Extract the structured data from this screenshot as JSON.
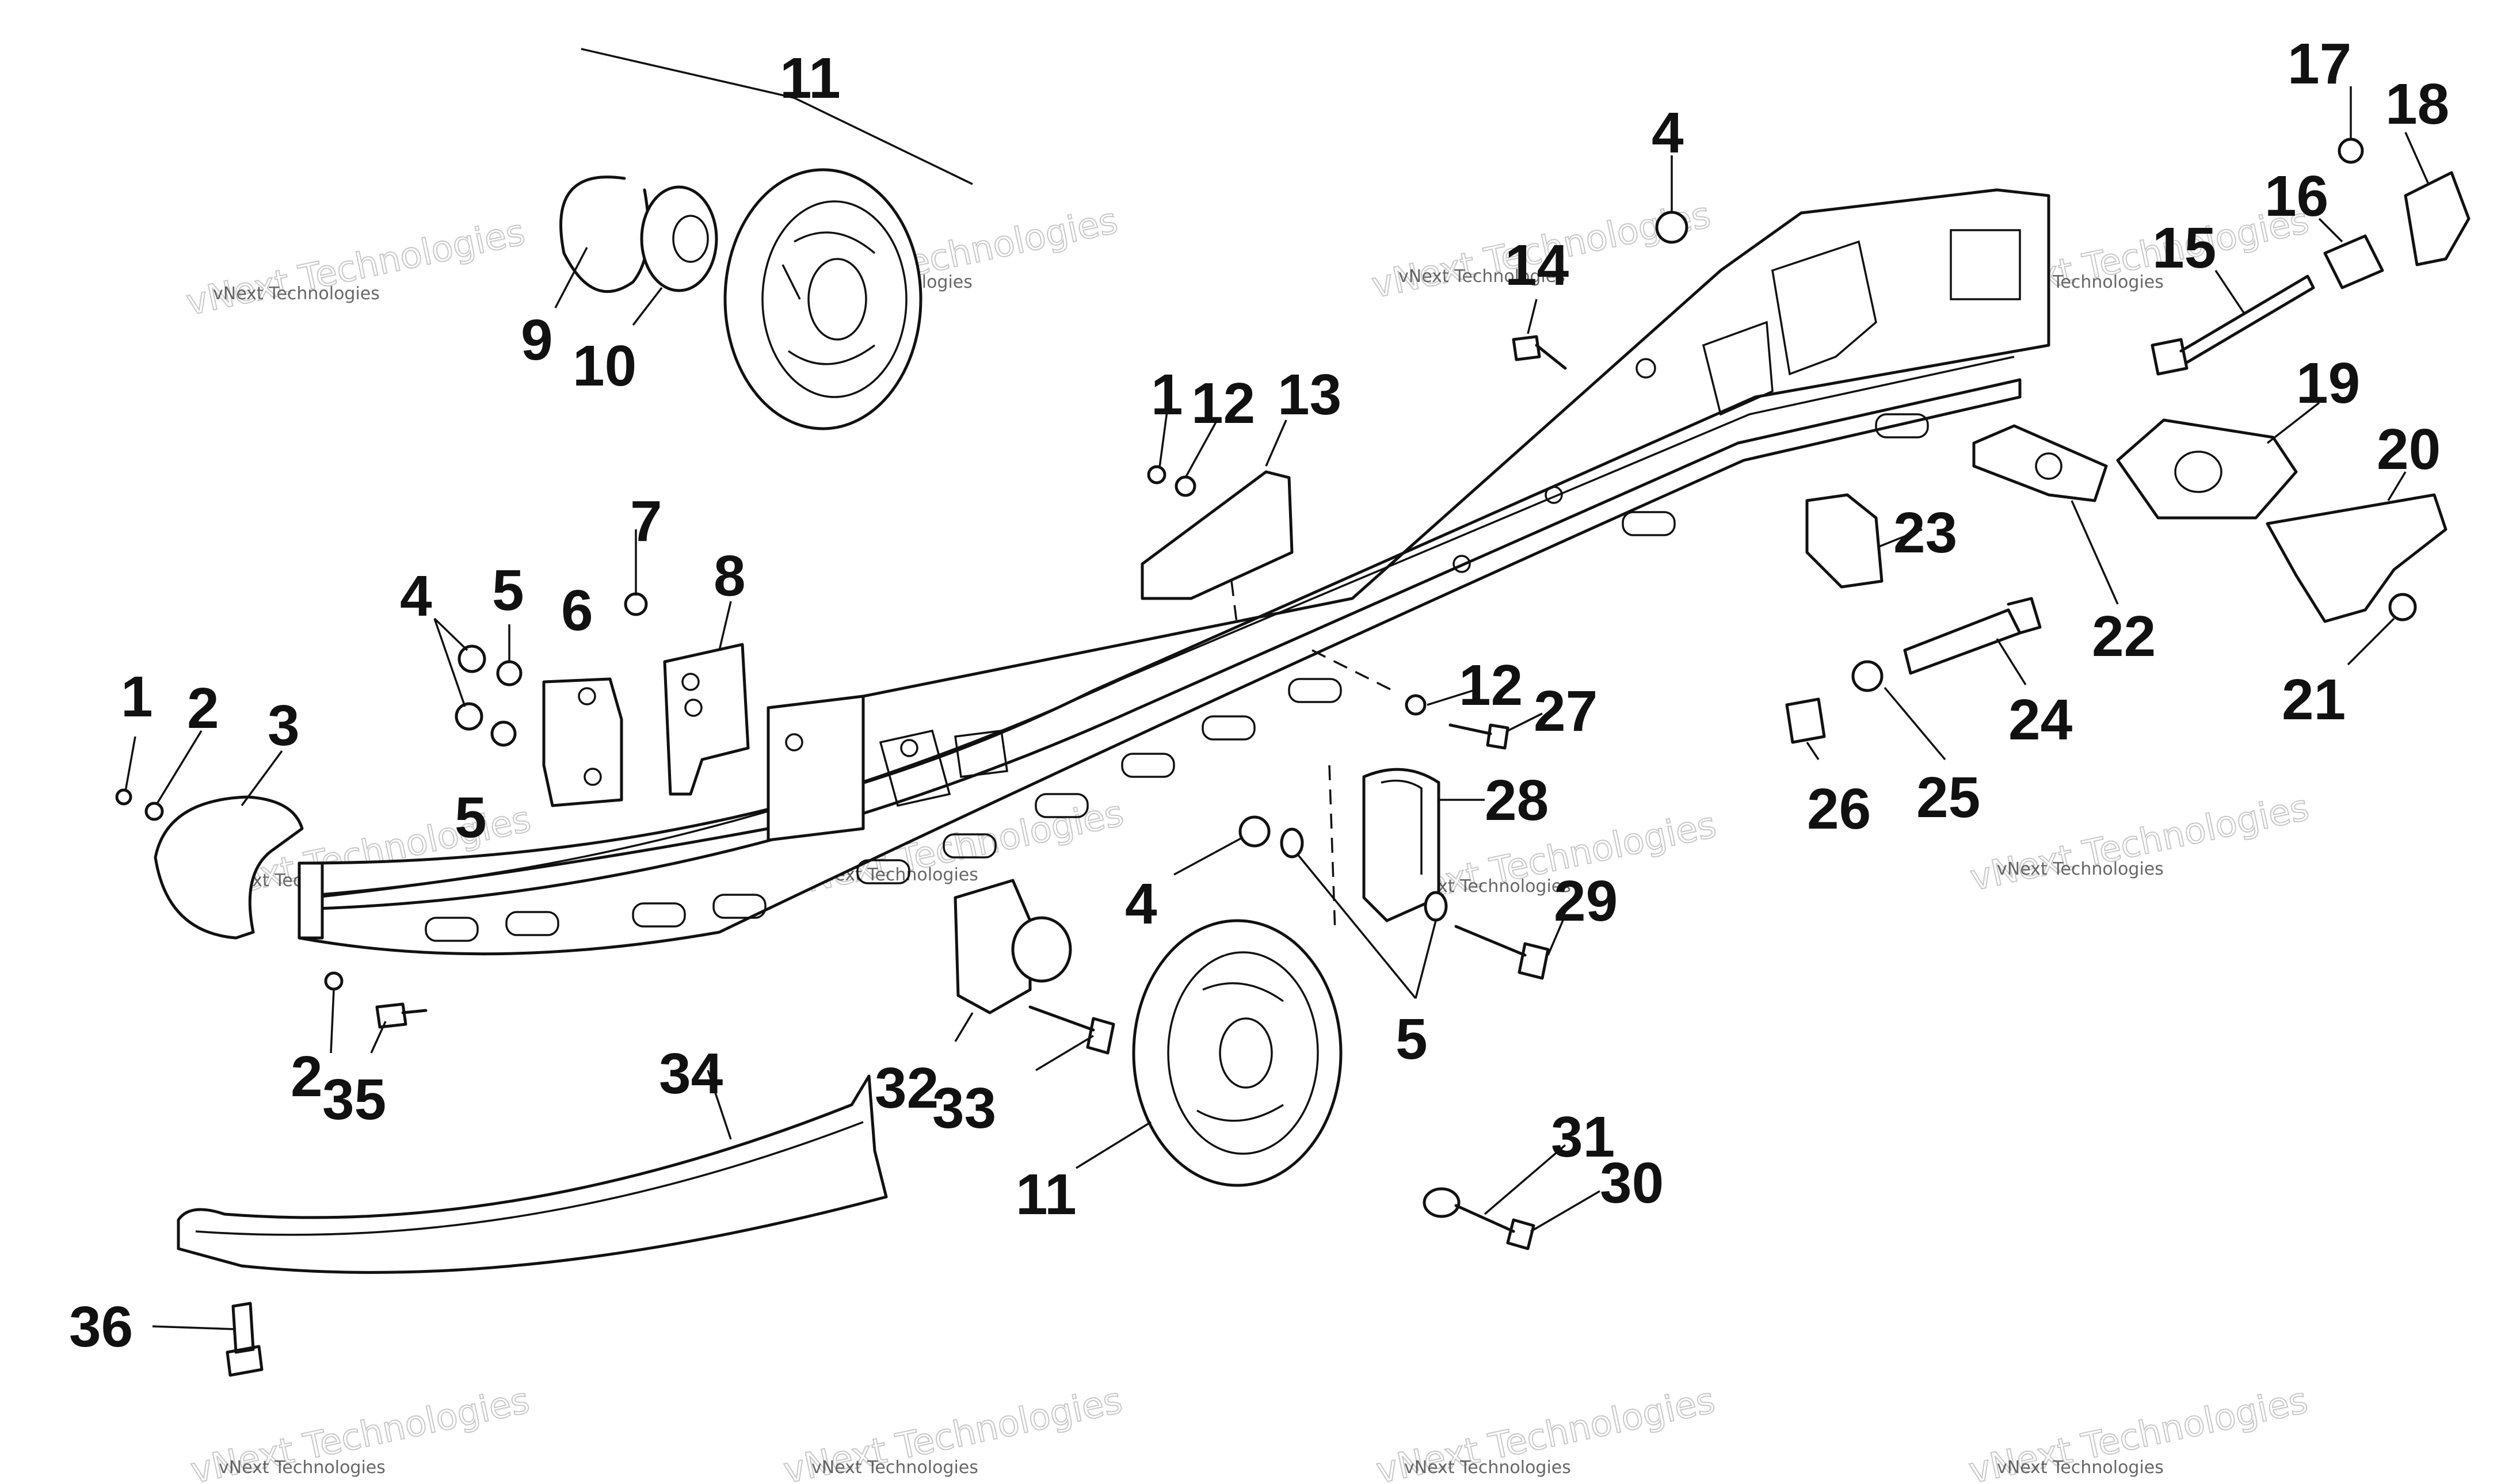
{
  "callouts": [
    {
      "id": "c1a",
      "text": "1"
    },
    {
      "id": "c1b",
      "text": "1"
    },
    {
      "id": "c2a",
      "text": "2"
    },
    {
      "id": "c2b",
      "text": "2"
    },
    {
      "id": "c3",
      "text": "3"
    },
    {
      "id": "c4a",
      "text": "4"
    },
    {
      "id": "c4b",
      "text": "4"
    },
    {
      "id": "c4c",
      "text": "4"
    },
    {
      "id": "c5a",
      "text": "5"
    },
    {
      "id": "c5b",
      "text": "5"
    },
    {
      "id": "c5c",
      "text": "5"
    },
    {
      "id": "c6",
      "text": "6"
    },
    {
      "id": "c7",
      "text": "7"
    },
    {
      "id": "c8",
      "text": "8"
    },
    {
      "id": "c9",
      "text": "9"
    },
    {
      "id": "c10",
      "text": "10"
    },
    {
      "id": "c11a",
      "text": "11"
    },
    {
      "id": "c11b",
      "text": "11"
    },
    {
      "id": "c12a",
      "text": "12"
    },
    {
      "id": "c12b",
      "text": "12"
    },
    {
      "id": "c13",
      "text": "13"
    },
    {
      "id": "c14",
      "text": "14"
    },
    {
      "id": "c15",
      "text": "15"
    },
    {
      "id": "c16",
      "text": "16"
    },
    {
      "id": "c17",
      "text": "17"
    },
    {
      "id": "c18",
      "text": "18"
    },
    {
      "id": "c19",
      "text": "19"
    },
    {
      "id": "c20",
      "text": "20"
    },
    {
      "id": "c21",
      "text": "21"
    },
    {
      "id": "c22",
      "text": "22"
    },
    {
      "id": "c23",
      "text": "23"
    },
    {
      "id": "c24",
      "text": "24"
    },
    {
      "id": "c25",
      "text": "25"
    },
    {
      "id": "c26",
      "text": "26"
    },
    {
      "id": "c27",
      "text": "27"
    },
    {
      "id": "c28",
      "text": "28"
    },
    {
      "id": "c29",
      "text": "29"
    },
    {
      "id": "c30",
      "text": "30"
    },
    {
      "id": "c31",
      "text": "31"
    },
    {
      "id": "c32",
      "text": "32"
    },
    {
      "id": "c33",
      "text": "33"
    },
    {
      "id": "c34",
      "text": "34"
    },
    {
      "id": "c35",
      "text": "35"
    },
    {
      "id": "c36",
      "text": "36"
    }
  ],
  "watermark": {
    "line1": "vNext Technologies",
    "line2": "vNext Technologies"
  },
  "colors": {
    "line": "#111111",
    "background": "#ffffff",
    "watermark": "#bbbbbb"
  }
}
